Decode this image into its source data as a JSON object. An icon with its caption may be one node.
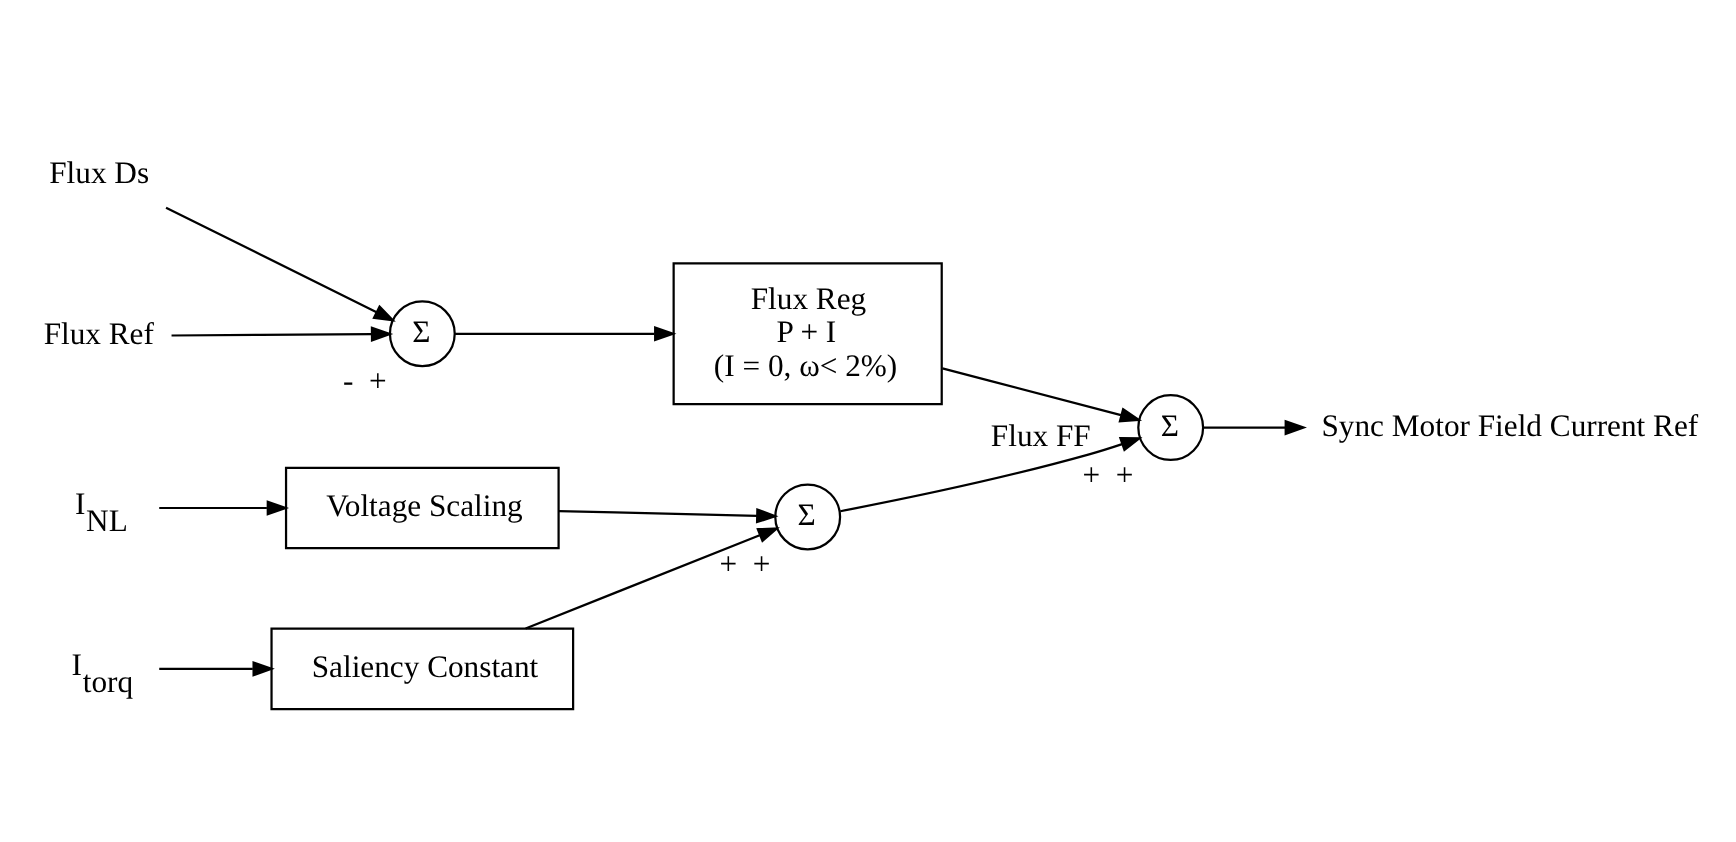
{
  "diagram": {
    "nodes": [
      {
        "text": [
          "Flux Ds"
        ]
      },
      {
        "text": [
          "Flux Ref"
        ]
      },
      {
        "text": [
          "Σ"
        ],
        "beside": [
          "-",
          "+"
        ]
      },
      {
        "text": [
          "Flux Reg",
          "P + I",
          "(I = 0, ω< 2%)"
        ]
      },
      {
        "text": [
          "Σ"
        ],
        "beside": [
          "+",
          "+"
        ]
      },
      {
        "text": [
          "Sync Motor Field Current Ref"
        ]
      },
      {
        "text": [
          "I$_{NL}$"
        ]
      },
      {
        "text": [
          "Voltage Scaling"
        ]
      },
      {
        "text": [
          "Σ"
        ],
        "beside": [
          "+",
          "+"
        ]
      },
      {
        "text": [
          "I$_{torq}$"
        ]
      },
      {
        "text": [
          "Saliency Constant"
        ]
      }
    ],
    "edges": [
      {
        "from": 0,
        "to": 2,
        "arrow": "to"
      },
      {
        "from": 1,
        "to": 2,
        "arrow": "to"
      },
      {
        "from": 2,
        "to": 3,
        "arrow": "to"
      },
      {
        "from": 3,
        "to": 4,
        "arrow": "to"
      },
      {
        "from": 4,
        "to": 5,
        "arrow": "to"
      },
      {
        "from": 6,
        "to": 7,
        "arrow": "to"
      },
      {
        "from": 7,
        "to": 8,
        "arrow": "to"
      },
      {
        "from": 9,
        "to": 10,
        "arrow": "to"
      },
      {
        "from": 10,
        "to": 8,
        "arrow": "to"
      },
      {
        "from": 8,
        "to": 4,
        "arrow": "to",
        "label": "Flux FF"
      }
    ]
  }
}
